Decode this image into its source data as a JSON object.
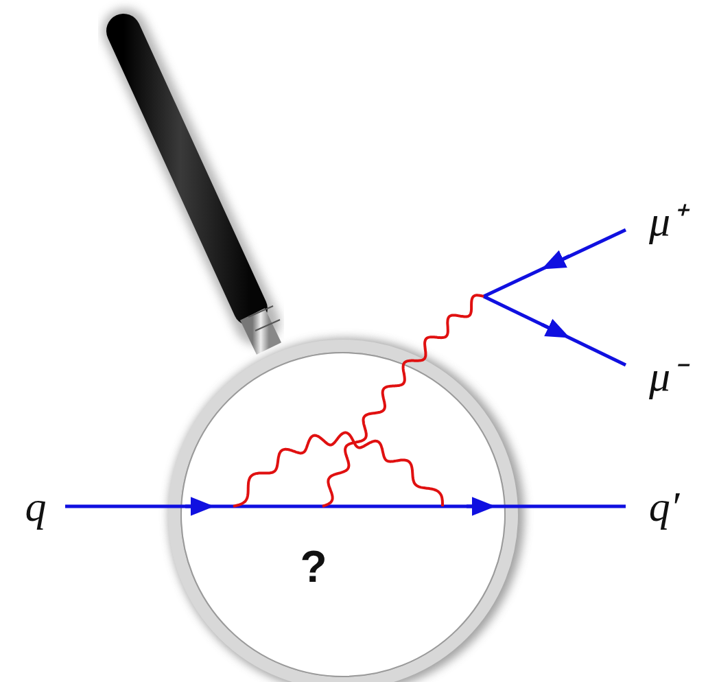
{
  "diagram": {
    "nodes": [
      {
        "text": [
          "?"
        ]
      }
    ],
    "labels": [
      "μ⁺",
      "μ⁻",
      "q",
      "q′"
    ]
  }
}
